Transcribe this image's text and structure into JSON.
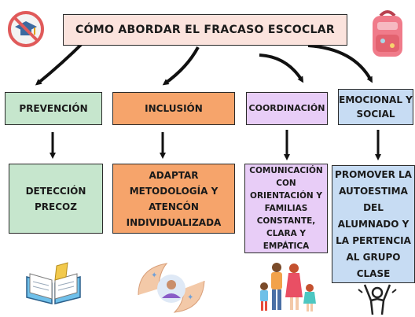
{
  "title": "CÓMO ABORDAR EL FRACASO ESCOCLAR",
  "colors": {
    "green": "#c6e6cd",
    "orange": "#f6a46b",
    "purple": "#e8cdf7",
    "blue": "#c7dcf3",
    "title_bg": "#fbe3dd"
  },
  "columns": [
    {
      "header": "PREVENCIÓN",
      "body": "DETECCIÓN PRECOZ",
      "icon": "open-book-icon"
    },
    {
      "header": "INCLUSIÓN",
      "body": "ADAPTAR METODOLOGÍA Y ATENCÓN INDIVIDUALIZADA",
      "icon": "inclusion-hands-person-icon"
    },
    {
      "header": "COORDINACIÓN",
      "body": "COMUNICACIÓN CON ORIENTACIÓN Y FAMILIAS CONSTANTE, CLARA Y EMPÁTICA",
      "icon": "family-icon"
    },
    {
      "header": "EMOCIONAL Y SOCIAL",
      "body": "PROMOVER LA AUTOESTIMA DEL ALUMNADO Y LA PERTENCIA AL GRUPO CLASE",
      "icon": "celebrating-person-icon"
    }
  ],
  "decor": {
    "top_left_icon": "no-graduation-cap-icon",
    "top_right_icon": "school-backpack-icon"
  }
}
